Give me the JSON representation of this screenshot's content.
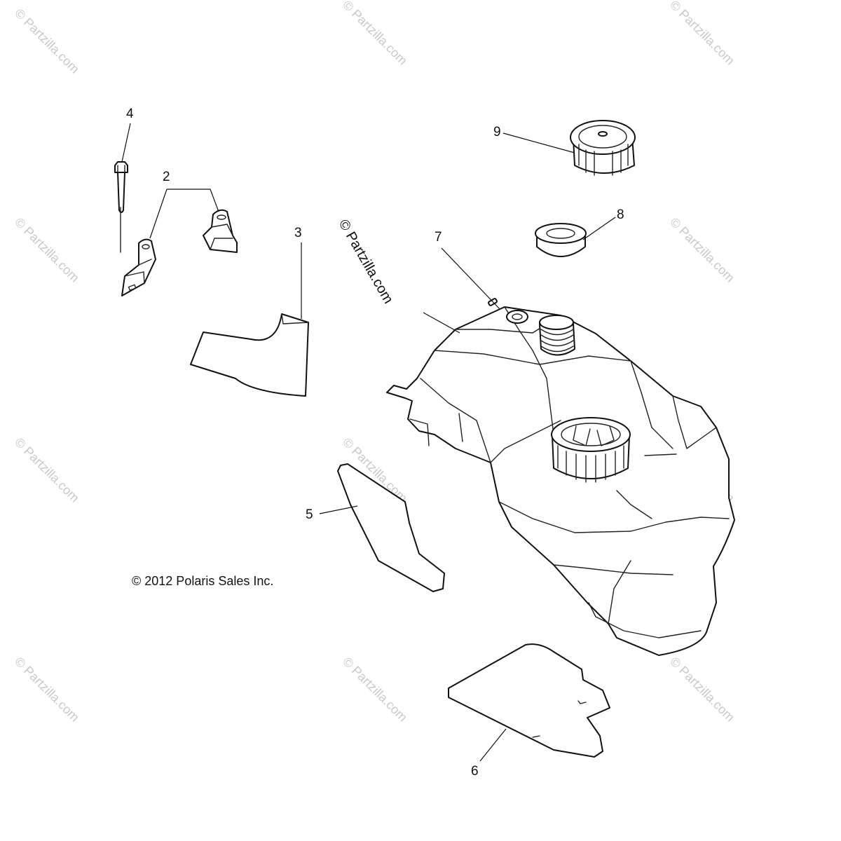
{
  "callouts": [
    {
      "id": "4",
      "label": "4"
    },
    {
      "id": "2",
      "label": "2"
    },
    {
      "id": "3",
      "label": "3"
    },
    {
      "id": "9",
      "label": "9"
    },
    {
      "id": "8",
      "label": "8"
    },
    {
      "id": "7",
      "label": "7"
    },
    {
      "id": "5",
      "label": "5"
    },
    {
      "id": "6",
      "label": "6"
    }
  ],
  "copyright": "© 2012 Polaris Sales Inc.",
  "watermark": "© Partzilla.com",
  "colors": {
    "line": "#111111",
    "watermark": "#c9c9c9",
    "background": "#ffffff"
  }
}
